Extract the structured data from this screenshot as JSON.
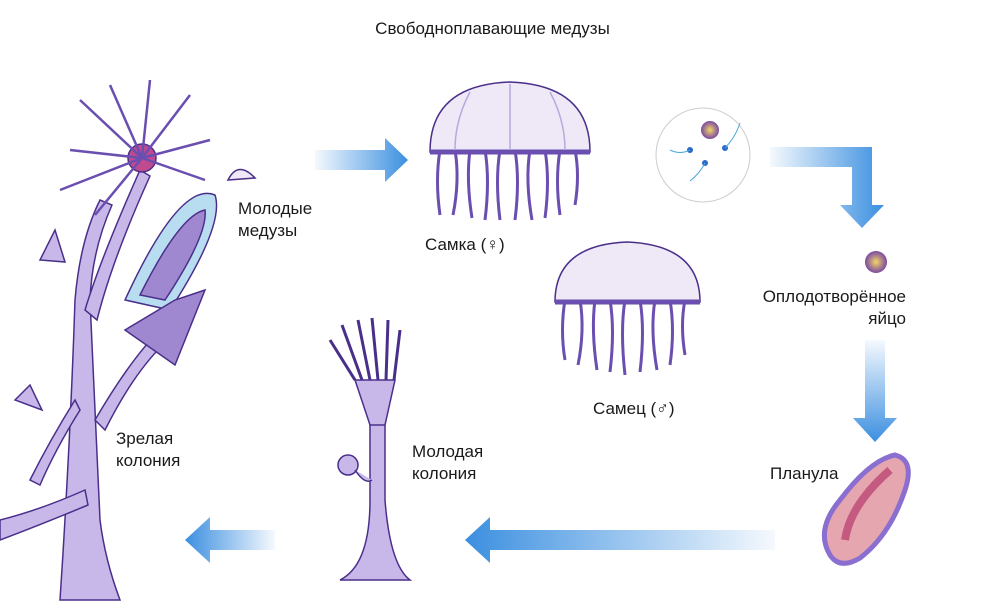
{
  "title": "Свободноплавающие медузы",
  "labels": {
    "young_medusae": [
      "Молодые",
      "медузы"
    ],
    "female": "Самка (♀)",
    "male": "Самец (♂)",
    "fertilized_egg": [
      "Оплодотворённое",
      "яйцо"
    ],
    "planula": "Планула",
    "young_colony": [
      "Молодая",
      "колония"
    ],
    "mature_colony": [
      "Зрелая",
      "колония"
    ]
  },
  "colors": {
    "arrow": "#3b8fe0",
    "organism": "#8a6fd0",
    "organism_dark": "#4a2f8a"
  }
}
